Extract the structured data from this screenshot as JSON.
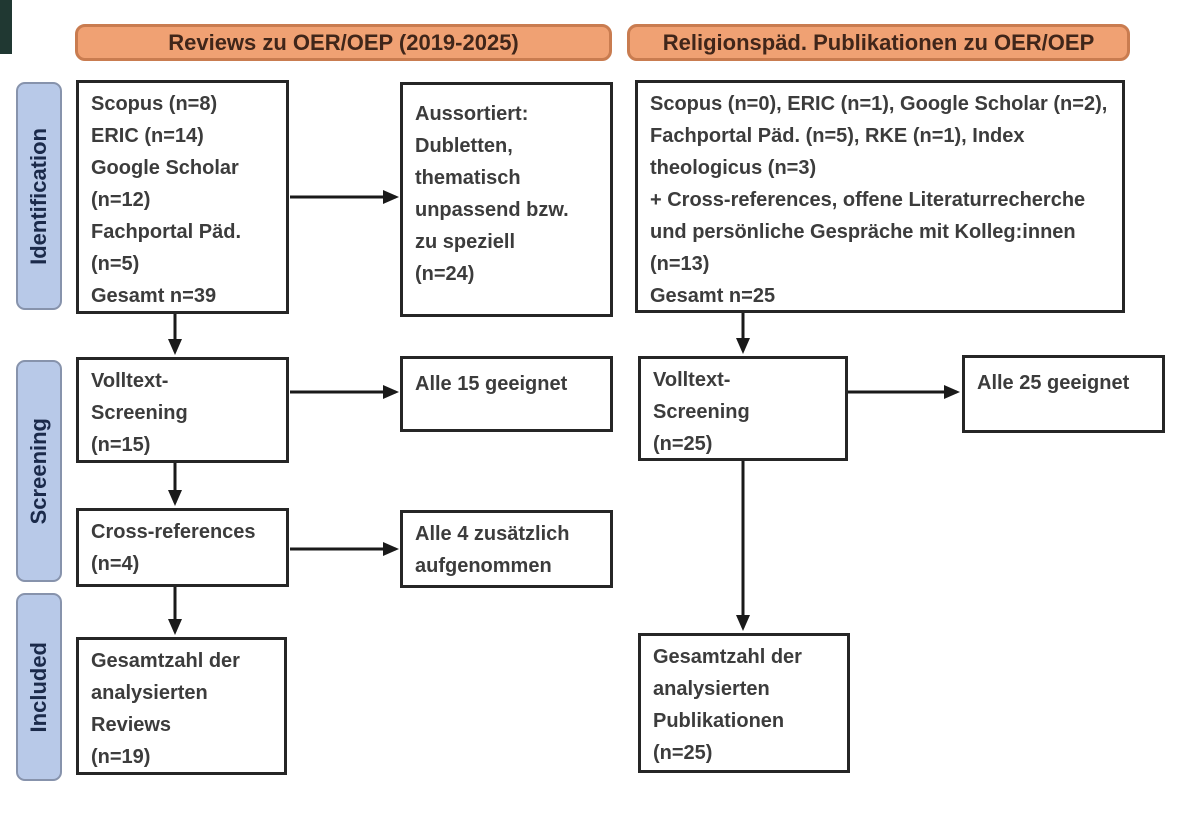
{
  "palette": {
    "header_fill": "#F0A173",
    "header_border": "#C97C50",
    "header_text": "#40261A",
    "stage_fill": "#B8C9E8",
    "stage_border": "#8793AC",
    "stage_text": "#1B2A4A",
    "box_border": "#262626",
    "box_text": "#3C3C3C",
    "arrow": "#1A1A1A"
  },
  "headers": {
    "left": "Reviews zu OER/OEP (2019-2025)",
    "right": "Religionspäd. Publikationen zu OER/OEP"
  },
  "sidebar": {
    "identification": "Identification",
    "screening": "Screening",
    "included": "Included"
  },
  "left_column": {
    "identification": "Scopus (n=8)\nERIC (n=14)\nGoogle Scholar\n(n=12)\nFachportal Päd.\n(n=5)\nGesamt n=39",
    "sorted_out": "Aussortiert:\nDubletten,\nthematisch\nunpassend bzw.\nzu speziell\n(n=24)",
    "fulltext_screening": "Volltext-\nScreening\n(n=15)",
    "fulltext_result": "Alle 15 geeignet",
    "cross_references": "Cross-references\n(n=4)",
    "cross_references_result": "Alle 4 zusätzlich\naufgenommen",
    "included": "Gesamtzahl der\nanalysierten\nReviews\n(n=19)"
  },
  "right_column": {
    "identification": "Scopus (n=0), ERIC (n=1), Google Scholar (n=2),\nFachportal Päd. (n=5), RKE (n=1), Index\ntheologicus (n=3)\n+ Cross-references, offene Literaturrecherche\nund persönliche Gespräche mit Kolleg:innen\n(n=13)\nGesamt n=25",
    "fulltext_screening": "Volltext-\nScreening\n(n=25)",
    "fulltext_result": "Alle 25 geeignet",
    "included": "Gesamtzahl der\nanalysierten\nPublikationen\n(n=25)"
  }
}
